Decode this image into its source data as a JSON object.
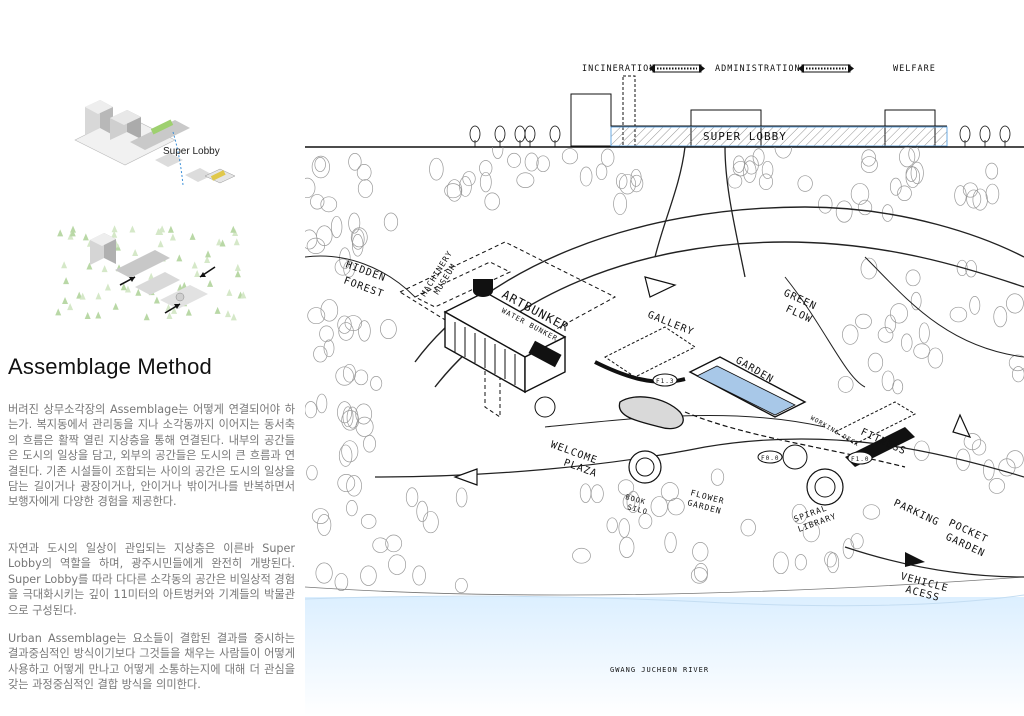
{
  "method": {
    "title": "Assemblage Method",
    "paragraphs": [
      "버려진 상무소각장의 Assemblage는 어떻게 연결되어야 하는가. 복지동에서 관리동을 지나 소각동까지 이어지는 동서축의 흐름은 활짝 열린 지상층을 통해 연결된다. 내부의 공간들은 도시의 일상을 담고, 외부의 공간들은 도시의 큰 흐름과 연결된다. 기존 시설들이 조합되는 사이의 공간은 도시의 일상을 담는 길이거나 광장이거나, 안이거나 밖이거나를 반복하면서 보행자에게 다양한 경험을 제공한다.",
      "자연과 도시의 일상이 관입되는 지상층은 이른바 Super Lobby의 역할을 하며, 광주시민들에게 완전히 개방된다. Super Lobby를 따라 다다른 소각동의 공간은 비일상적 경험을 극대화시키는 깊이 11미터의 아트벙커와 기계들의 박물관으로 구성된다.",
      "Urban Assemblage는 요소들이 결합된 결과를 중시하는 결과중심적인 방식이기보다 그것들을 채우는 사람들이 어떻게 사용하고 어떻게 만나고 어떻게 소통하는지에 대해 더 관심을 갖는 과정중심적인 결합 방식을 의미한다."
    ]
  },
  "diagram": {
    "super_lobby_label": "Super Lobby"
  },
  "section": {
    "labels": {
      "incineration": "INCINERATION",
      "administration": "ADMINISTRATION",
      "welfare": "WELFARE",
      "super_lobby": "SUPER LOBBY"
    }
  },
  "plan": {
    "labels": {
      "hidden_forest": [
        "HIDDEN",
        "FOREST"
      ],
      "machinery_museum": [
        "MACHINERY",
        "MUSEUM"
      ],
      "art_bunker": "ARTBUNKER",
      "water_bunker": "WATER BUNKER",
      "gallery": "GALLERY",
      "green_flow": [
        "GREEN",
        "FLOW"
      ],
      "garden": "GARDEN",
      "welcome_plaza": [
        "WELCOME",
        "PLAZA"
      ],
      "fitness": "FITNESS",
      "book_silo": [
        "BOOK",
        "SILO"
      ],
      "flower_garden": [
        "FLOWER",
        "GARDEN"
      ],
      "spiral_library": [
        "SPIRAL",
        "LIBRARY"
      ],
      "parking": "PARKING",
      "pocket_garden": [
        "POCKET",
        "GARDEN"
      ],
      "vehicle_access": [
        "VEHICLE",
        "ACESS"
      ],
      "river": "GWANG JUCHEON RIVER",
      "working_deck": "WORKING DECK",
      "tag_f1": "F1.3",
      "tag_f2": "F0.0",
      "tag_f3": "F1.0"
    }
  }
}
